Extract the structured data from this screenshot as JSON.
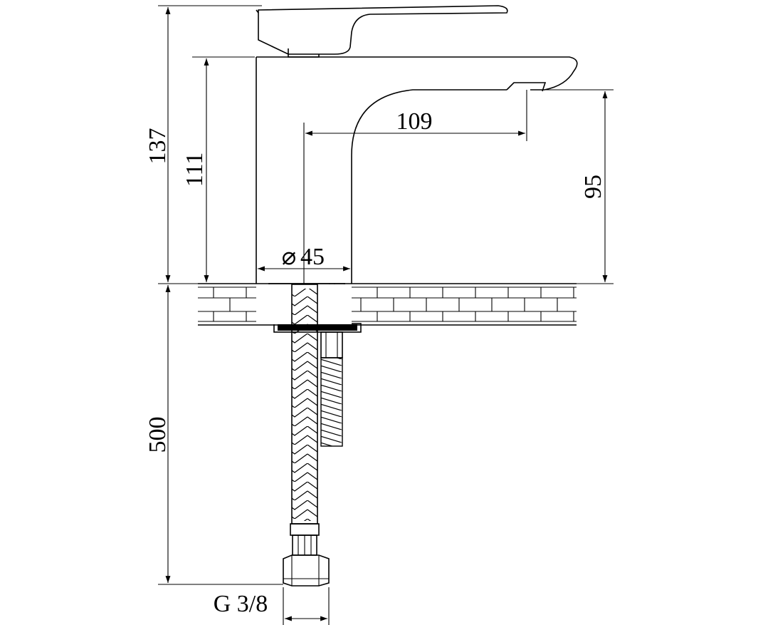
{
  "drawing": {
    "type": "technical dimension drawing",
    "subject": "single-lever basin faucet with flexible supply hoses",
    "dimensions": {
      "total_height": "137",
      "body_height": "111",
      "spout_reach": "109",
      "spout_height": "95",
      "body_diameter": "45",
      "diameter_symbol": "⌀",
      "hose_length": "500",
      "thread": "G 3/8"
    }
  }
}
